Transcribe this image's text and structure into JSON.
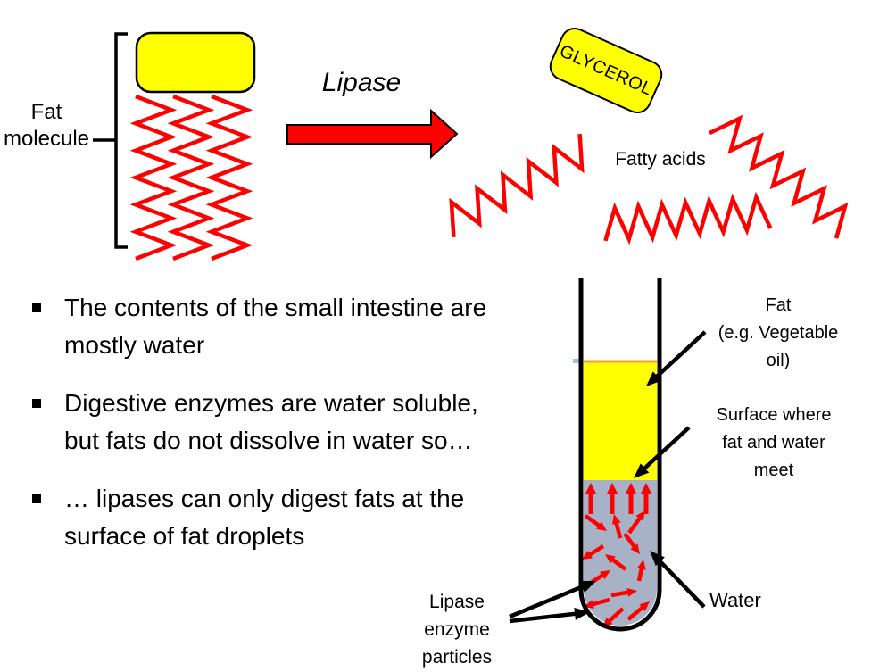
{
  "slide": {
    "fat_molecule_label": "Fat\nmolecule",
    "lipase_label": "Lipase",
    "glycerol_label": "GLYCEROL",
    "fatty_acids_label": "Fatty acids"
  },
  "bullets": {
    "items": [
      "The contents of the small intestine are\nmostly water",
      "Digestive enzymes are water soluble,\nbut fats do not dissolve in water so…",
      "… lipases can only digest fats at the\nsurface of fat droplets"
    ]
  },
  "test_tube": {
    "fat_label": "Fat\n(e.g. Vegetable\noil)",
    "surface_label": "Surface where\nfat and water\nmeet",
    "water_label": "Water",
    "lipase_particles_label": "Lipase\nenzyme\nparticles"
  },
  "colors": {
    "fat_yellow": "#FFFF00",
    "zigzag_red": "#FF0000",
    "water_gray": "#A8B2C6",
    "surface_orange": "#EDA33B",
    "annotation_black": "#000000"
  }
}
